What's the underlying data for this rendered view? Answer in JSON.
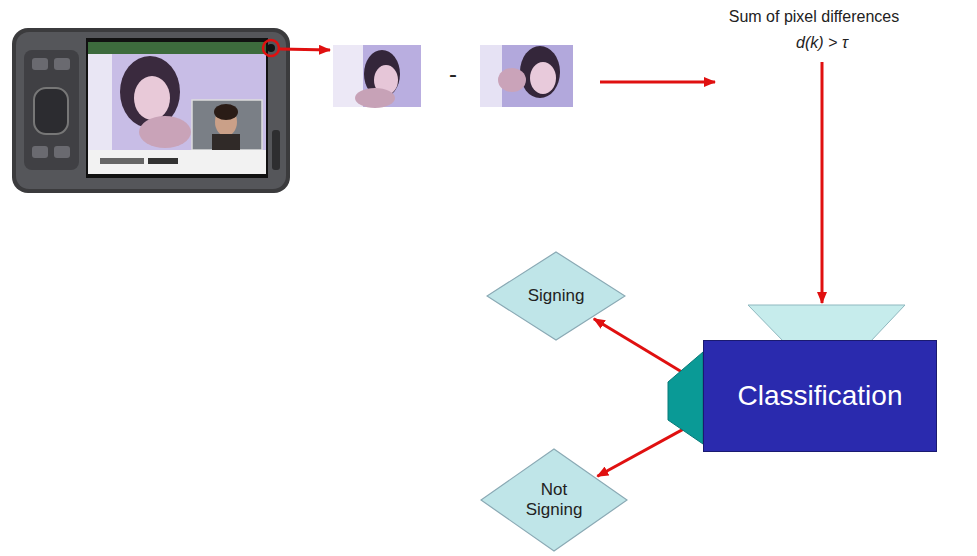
{
  "diagram": {
    "nodes": [
      {
        "text": [
          "Signing"
        ]
      },
      {
        "text": [
          "Classification"
        ]
      },
      {
        "text": [
          "Not Signing"
        ]
      }
    ],
    "edges": [
      {
        "from": 1,
        "to": 0,
        "arrow": "to"
      },
      {
        "from": 1,
        "to": 2,
        "arrow": "to"
      }
    ],
    "labels": [
      "-",
      "Sum of pixel differences",
      "d(k) > τ"
    ]
  }
}
